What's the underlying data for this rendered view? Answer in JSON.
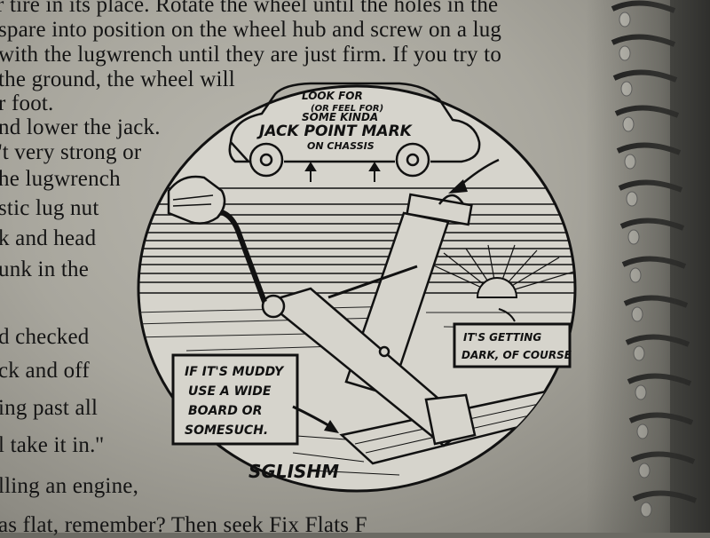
{
  "text_lines": [
    "r tire in its place. Rotate the wheel until the holes in the",
    "spare into position on the wheel hub and screw on a lug",
    "with the lugwrench until they are just firm. If you try to",
    "the ground, the wheel will",
    "r foot.",
    "nd lower the jack.",
    "'t very strong or",
    "he lugwrench",
    "stic lug nut",
    "k and head",
    "unk in the",
    "d checked",
    "ck and off",
    "ing past all",
    "l take it in.''",
    "lling an engine,",
    "as flat, remember? Then seek Fix Flats F"
  ],
  "illustration": {
    "car_label_line1": "LOOK FOR",
    "car_label_line2": "(OR FEEL FOR)",
    "car_label_line3": "SOME KINDA",
    "car_label_line4": "JACK POINT MARK",
    "car_label_line5": "ON CHASSIS",
    "muddy_line1": "IF IT'S MUDDY",
    "muddy_line2": "USE A WIDE",
    "muddy_line3": "BOARD OR",
    "muddy_line4": "SOMESUCH.",
    "dark_line1": "IT'S GETTING",
    "dark_line2": "DARK, OF COURSE",
    "signature": "SGLISHM"
  },
  "colors": {
    "paper": "#b1afa6",
    "ink": "#141414",
    "illustration_bg": "#d9d7cf"
  }
}
